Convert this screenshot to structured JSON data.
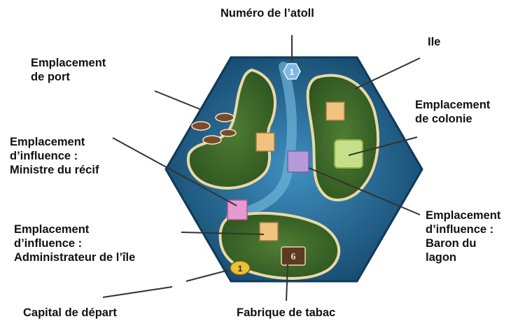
{
  "labels": {
    "atoll_number": "Numéro de l’atoll",
    "island": "Ile",
    "port": [
      "Emplacement",
      "de port"
    ],
    "colony": [
      "Emplacement",
      "de colonie"
    ],
    "reef_minister": [
      "Emplacement",
      "d’influence :",
      "Ministre du récif"
    ],
    "lagoon_baron": [
      "Emplacement",
      "d’influence :",
      "Baron du",
      "lagon"
    ],
    "island_administrator": [
      "Emplacement",
      "d’influence :",
      "Administrateur de l’île"
    ],
    "starting_capital": "Capital de départ",
    "tobacco_factory": "Fabrique de tabac"
  },
  "tile": {
    "atoll_number_badge": "1",
    "capital_coin": "1",
    "factory_badge": "6"
  },
  "colors": {
    "sea": "#1d5f8a",
    "sea_light": "#4f9cc6",
    "island_green": "#3f6f2b",
    "sand": "#e8d9a6",
    "colony_field": "#c6e08a",
    "influence_purple": "#b79ad8",
    "influence_pink": "#e79ad0",
    "slot_orange": "#f2c27f"
  }
}
